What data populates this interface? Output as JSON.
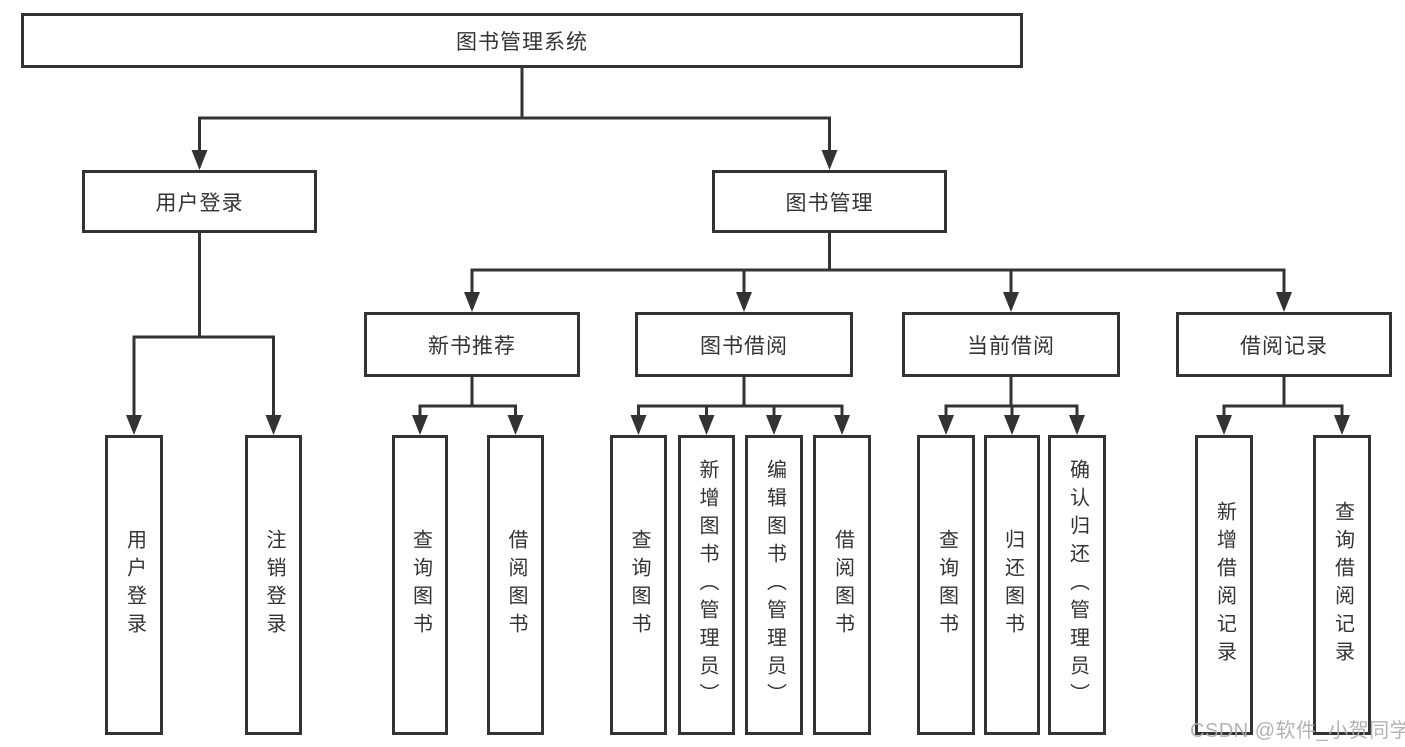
{
  "diagram": {
    "title": "图书管理系统",
    "level2": {
      "user_login": "用户登录",
      "book_management": "图书管理"
    },
    "level3": {
      "new_book_recommend": "新书推荐",
      "book_borrow": "图书借阅",
      "current_borrow": "当前借阅",
      "borrow_records": "借阅记录"
    },
    "leaves": {
      "user_login": [
        "用户登录",
        "注销登录"
      ],
      "new_book_recommend": [
        "查询图书",
        "借阅图书"
      ],
      "book_borrow": [
        "查询图书",
        "新增图书（管理员）",
        "编辑图书（管理员）",
        "借阅图书"
      ],
      "current_borrow": [
        "查询图书",
        "归还图书",
        "确认归还（管理员）"
      ],
      "borrow_records": [
        "新增借阅记录",
        "查询借阅记录"
      ]
    }
  },
  "watermark": "CSDN @软件_小贺同学",
  "colors": {
    "line": "#333333",
    "text": "#333333",
    "background": "#ffffff",
    "watermark": "#acacac"
  }
}
